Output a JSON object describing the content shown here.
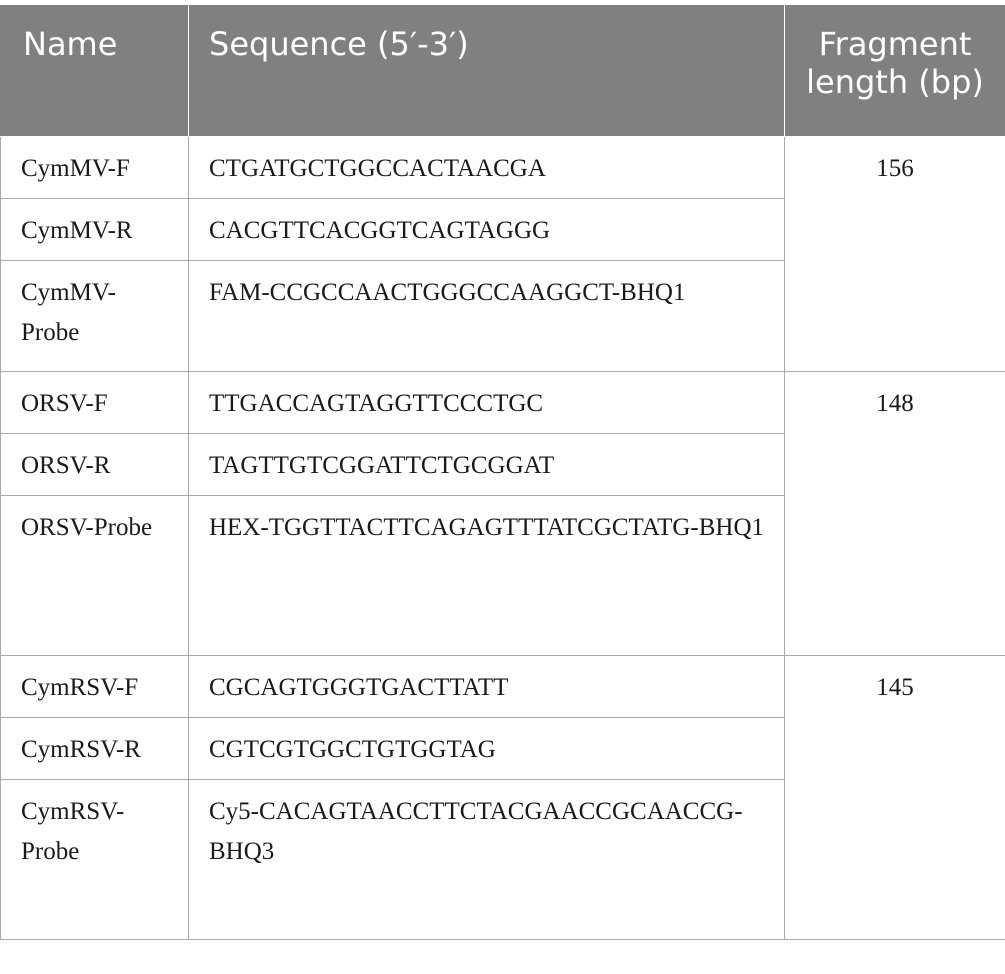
{
  "header": {
    "name": "Name",
    "sequence": "Sequence (5′-3′)",
    "length": "Fragment length (bp)"
  },
  "groups": [
    {
      "length": "156",
      "rows": [
        {
          "name": "CymMV-F",
          "sequence": "CTGATGCTGGCCACTAACGA"
        },
        {
          "name": "CymMV-R",
          "sequence": "CACGTTCACGGTCAGTAGGG"
        },
        {
          "name": "CymMV-Probe",
          "sequence": "FAM-CCGCCAACTGGGCCAAGGCT-BHQ1"
        }
      ]
    },
    {
      "length": "148",
      "rows": [
        {
          "name": "ORSV-F",
          "sequence": "TTGACCAGTAGGTTCCCTGC"
        },
        {
          "name": "ORSV-R",
          "sequence": "TAGTTGTCGGATTCTGCGGAT"
        },
        {
          "name": "ORSV-Probe",
          "sequence": "HEX-TGGTTACTTCAGAGTTTATCGCTATG-BHQ1"
        }
      ]
    },
    {
      "length": "145",
      "rows": [
        {
          "name": "CymRSV-F",
          "sequence": "CGCAGTGGGTGACTTATT"
        },
        {
          "name": "CymRSV-R",
          "sequence": "CGTCGTGGCTGTGGTAG"
        },
        {
          "name": "CymRSV-Probe",
          "sequence": "Cy5-CACAGTAACCTTCTACGAACCGCAACCG-BHQ3"
        }
      ]
    }
  ]
}
